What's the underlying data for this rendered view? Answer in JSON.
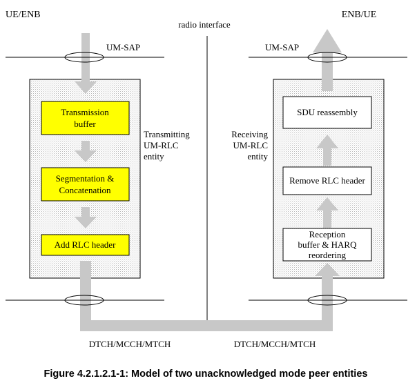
{
  "labels": {
    "left_node": "UE/ENB",
    "right_node": "ENB/UE",
    "radio_interface": "radio interface",
    "left_sap": "UM-SAP",
    "right_sap": "UM-SAP",
    "left_channel": "DTCH/MCCH/MTCH",
    "right_channel": "DTCH/MCCH/MTCH"
  },
  "transmitter": {
    "entity_label": [
      "Transmitting",
      "UM-RLC",
      "entity"
    ],
    "blocks": [
      {
        "lines": [
          "Transmission",
          "buffer"
        ]
      },
      {
        "lines": [
          "Segmentation &",
          "Concatenation"
        ]
      },
      {
        "lines": [
          "Add RLC header"
        ]
      }
    ]
  },
  "receiver": {
    "entity_label": [
      "Receiving",
      "UM-RLC",
      "entity"
    ],
    "blocks": [
      {
        "lines": [
          "SDU reassembly"
        ]
      },
      {
        "lines": [
          "Remove RLC header"
        ]
      },
      {
        "lines": [
          "Reception",
          "buffer & HARQ",
          "reordering"
        ]
      }
    ]
  },
  "colors": {
    "tx_block_fill": "#ffff00",
    "rx_block_fill": "#ffffff",
    "entity_fill": "#f2f2f2",
    "arrow_fill": "#c8c8c8"
  },
  "caption": "Figure 4.2.1.2.1-1: Model of two unacknowledged mode peer entities"
}
